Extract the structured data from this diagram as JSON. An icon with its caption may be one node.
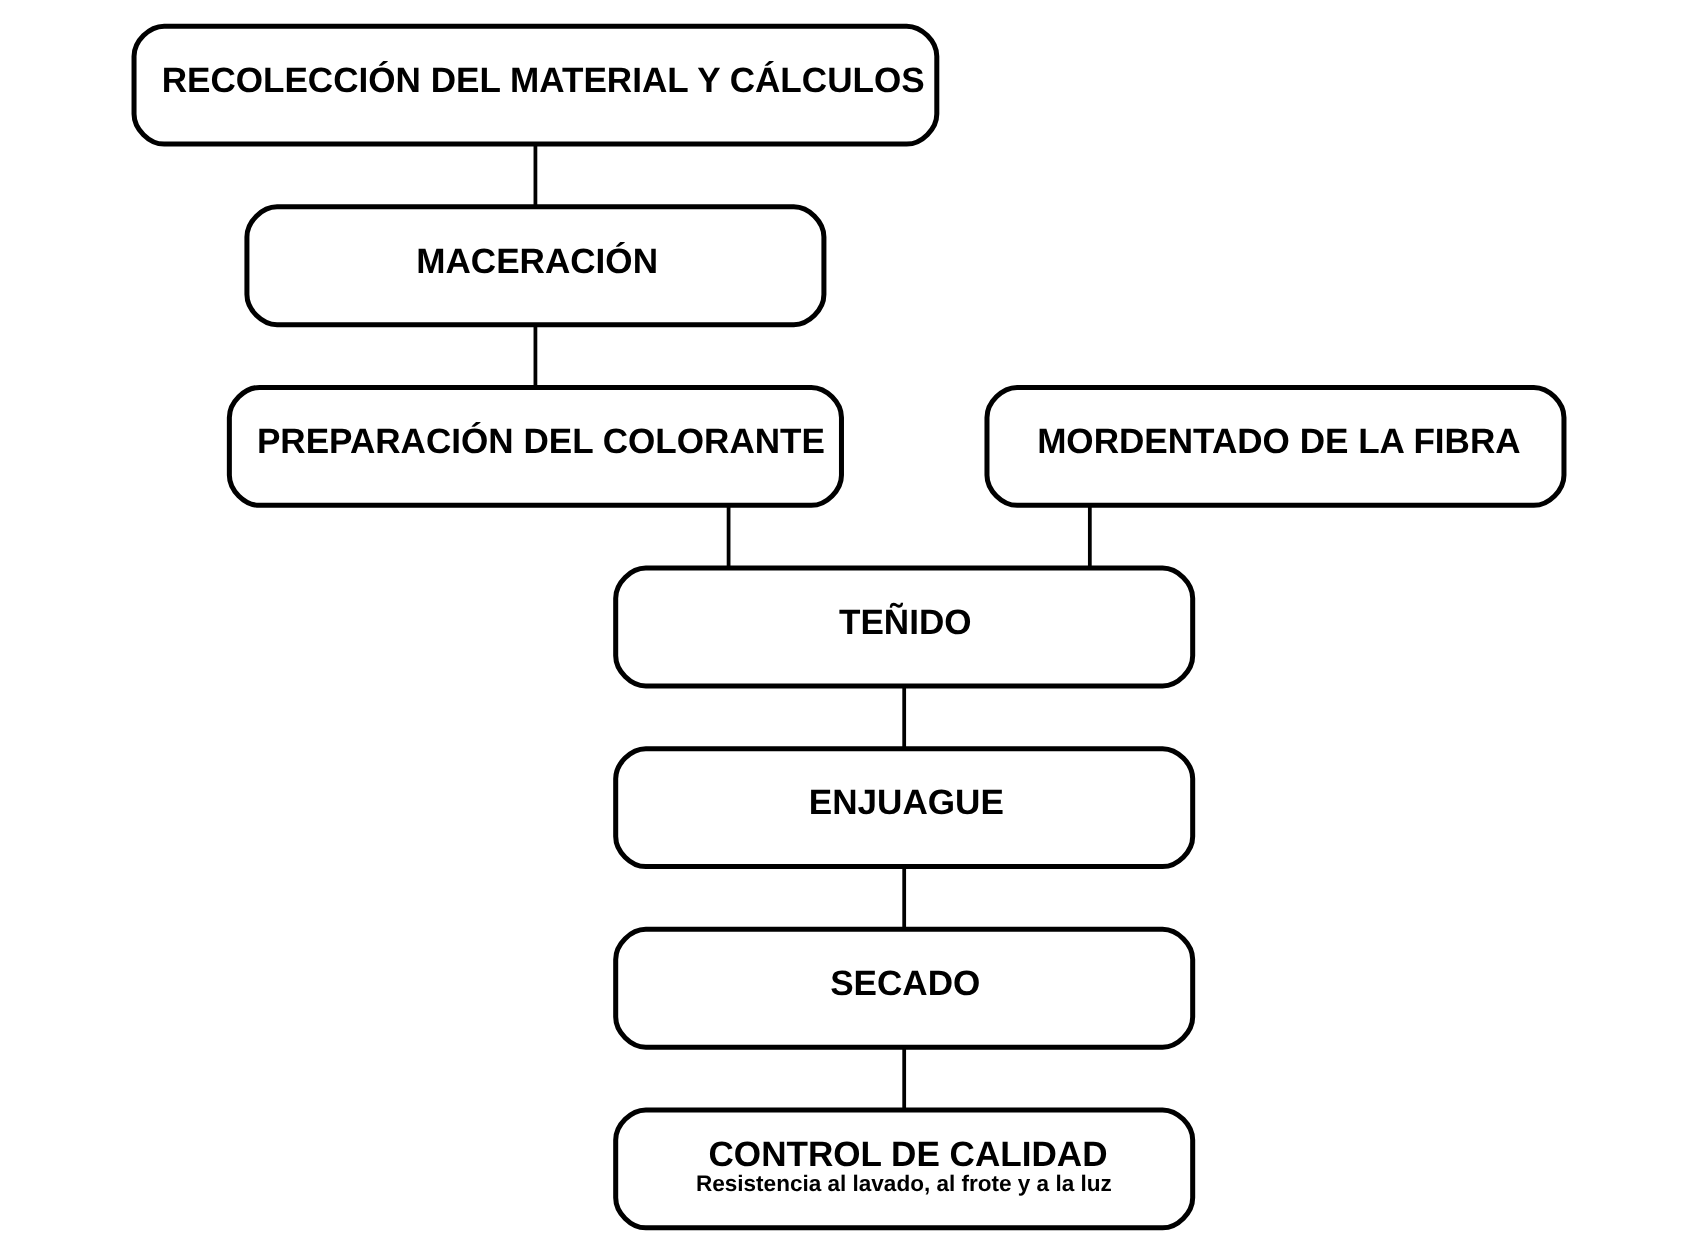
{
  "diagram": {
    "nodes": [
      {
        "text": [
          "RECOLECCIÓN DEL MATERIAL Y CÁLCULOS"
        ]
      },
      {
        "text": [
          "MACERACIÓN"
        ]
      },
      {
        "text": [
          "PREPARACIÓN DEL COLORANTE"
        ]
      },
      {
        "text": [
          "MORDENTADO DE LA FIBRA"
        ]
      },
      {
        "text": [
          "TEÑIDO"
        ]
      },
      {
        "text": [
          "ENJUAGUE"
        ]
      },
      {
        "text": [
          "SECADO"
        ]
      },
      {
        "text": [
          "CONTROL DE CALIDAD",
          "Resistencia al lavado, al frote y a la luz"
        ]
      }
    ],
    "edges": [
      {
        "from": 0,
        "to": 1,
        "arrow": "none"
      },
      {
        "from": 1,
        "to": 2,
        "arrow": "none"
      },
      {
        "from": 2,
        "to": 4,
        "arrow": "none"
      },
      {
        "from": 3,
        "to": 4,
        "arrow": "none"
      },
      {
        "from": 4,
        "to": 5,
        "arrow": "none"
      },
      {
        "from": 5,
        "to": 6,
        "arrow": "none"
      },
      {
        "from": 6,
        "to": 7,
        "arrow": "none"
      }
    ]
  }
}
